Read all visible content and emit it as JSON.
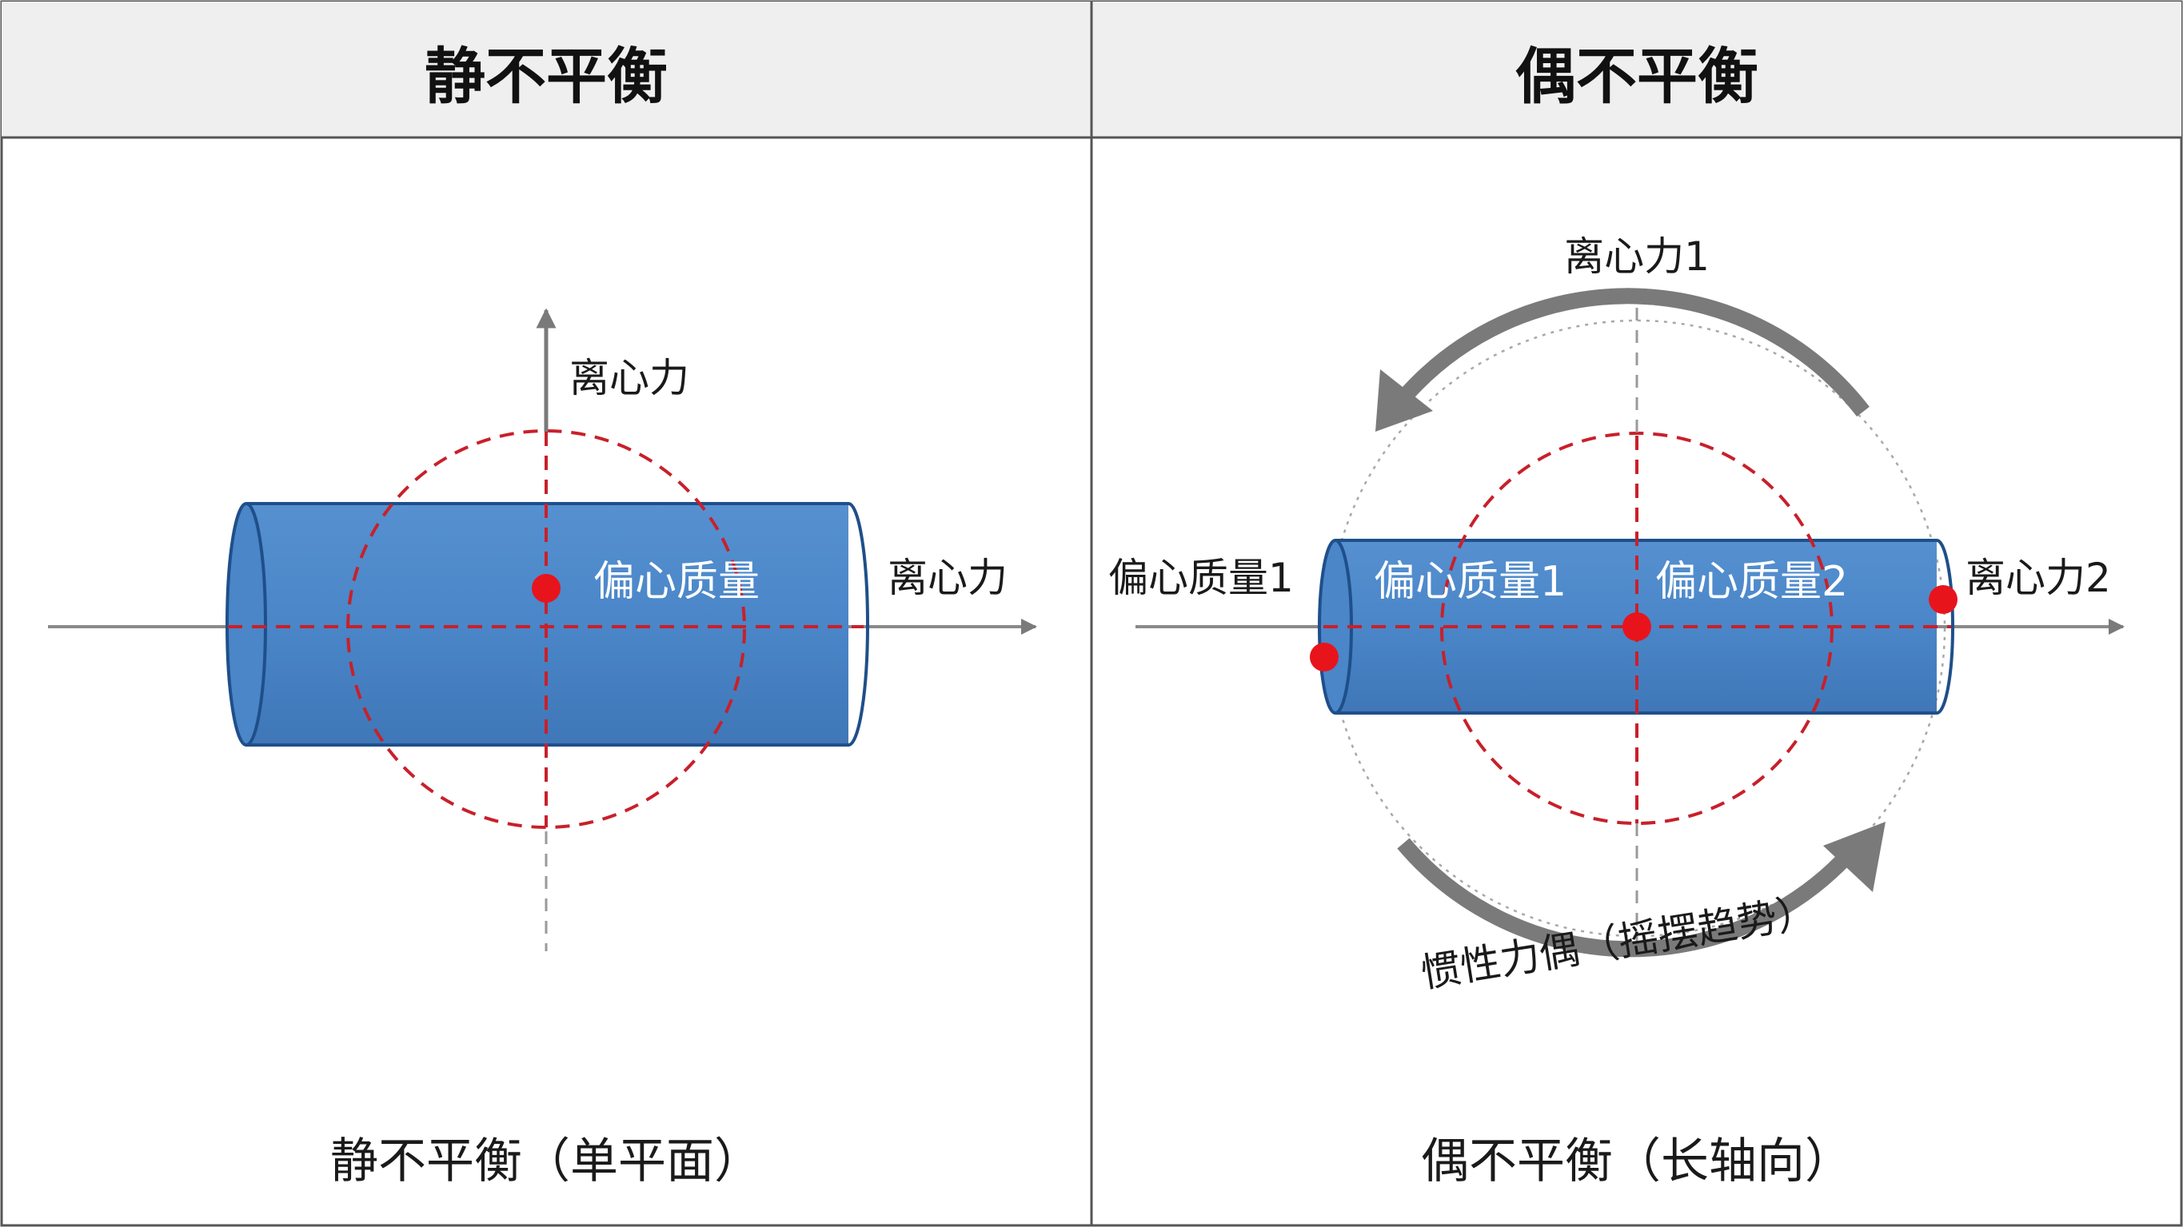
{
  "panels": [
    {
      "title": "静不平衡",
      "label_force_up": "离心力",
      "label_mass": "偏心质量",
      "label_force_right": "离心力",
      "caption": "静不平衡（单平面）"
    },
    {
      "title": "偶不平衡",
      "label_force1": "离心力1",
      "label_mass1_outside": "偏心质量1",
      "label_mass1_inside": "偏心质量1",
      "label_mass2_inside": "偏心质量2",
      "label_force2": "离心力2",
      "label_couple": "惯性力偶（摇摆趋势）",
      "caption": "偶不平衡（长轴向）"
    }
  ],
  "colors": {
    "cylinder_fill": "#4a86c8",
    "cylinder_stroke": "#1f4f8a",
    "dashed_red": "#c8202a",
    "mass_dot": "#e8141c",
    "arrow_gray": "#7a7a7a",
    "header_bg": "#efefef"
  }
}
